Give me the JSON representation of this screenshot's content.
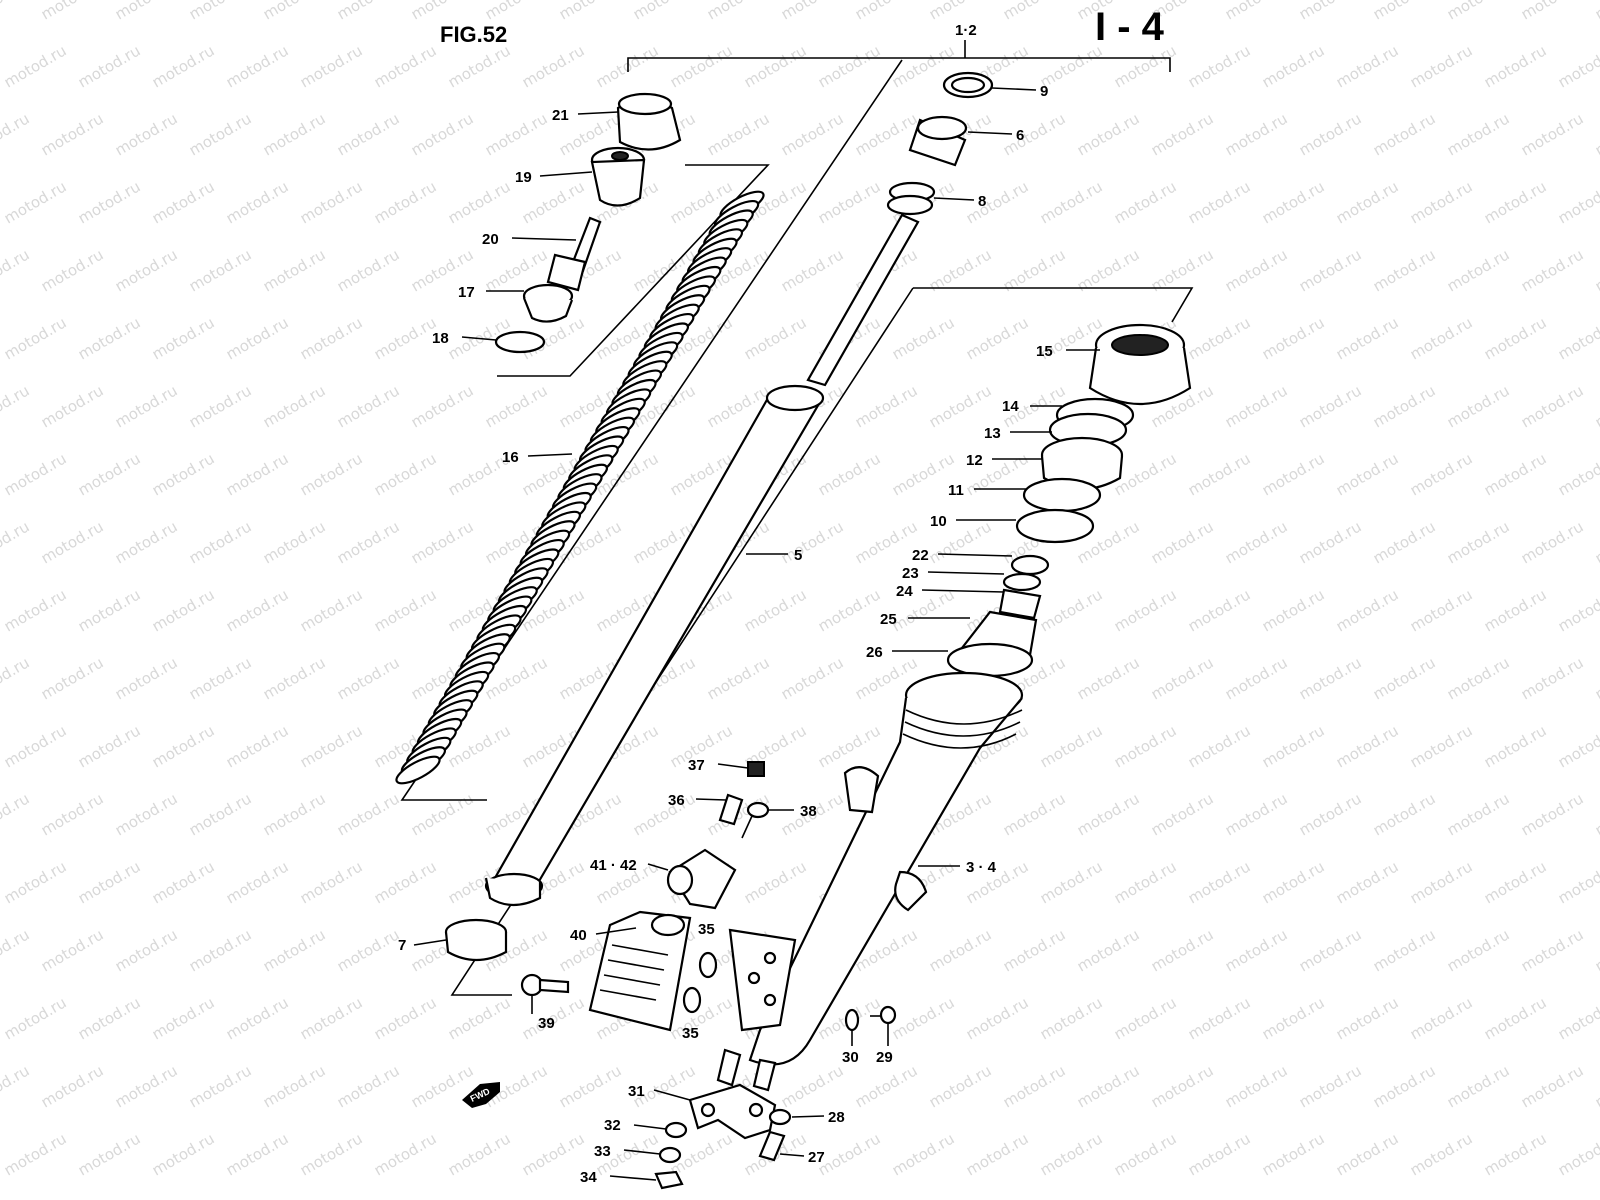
{
  "figure": {
    "fig_label": "FIG.52",
    "group_label": "I - 4",
    "assembly_label": "1·2"
  },
  "watermark": "motod.ru",
  "direction_marker": {
    "text": "FWD"
  },
  "parts": [
    {
      "id": "p9",
      "label": "9"
    },
    {
      "id": "p6",
      "label": "6"
    },
    {
      "id": "p8",
      "label": "8"
    },
    {
      "id": "p21",
      "label": "21"
    },
    {
      "id": "p19",
      "label": "19"
    },
    {
      "id": "p20",
      "label": "20"
    },
    {
      "id": "p17",
      "label": "17"
    },
    {
      "id": "p18",
      "label": "18"
    },
    {
      "id": "p16",
      "label": "16"
    },
    {
      "id": "p5",
      "label": "5"
    },
    {
      "id": "p15",
      "label": "15"
    },
    {
      "id": "p14",
      "label": "14"
    },
    {
      "id": "p13",
      "label": "13"
    },
    {
      "id": "p12",
      "label": "12"
    },
    {
      "id": "p11",
      "label": "11"
    },
    {
      "id": "p10",
      "label": "10"
    },
    {
      "id": "p22",
      "label": "22"
    },
    {
      "id": "p23",
      "label": "23"
    },
    {
      "id": "p24",
      "label": "24"
    },
    {
      "id": "p25",
      "label": "25"
    },
    {
      "id": "p26",
      "label": "26"
    },
    {
      "id": "p7",
      "label": "7"
    },
    {
      "id": "p37",
      "label": "37"
    },
    {
      "id": "p36",
      "label": "36"
    },
    {
      "id": "p38",
      "label": "38"
    },
    {
      "id": "p41",
      "label": "41 · 42"
    },
    {
      "id": "p34_",
      "label": "3 · 4"
    },
    {
      "id": "p40",
      "label": "40"
    },
    {
      "id": "p35a",
      "label": "35"
    },
    {
      "id": "p35b",
      "label": "35"
    },
    {
      "id": "p39",
      "label": "39"
    },
    {
      "id": "p30",
      "label": "30"
    },
    {
      "id": "p29",
      "label": "29"
    },
    {
      "id": "p31",
      "label": "31"
    },
    {
      "id": "p32",
      "label": "32"
    },
    {
      "id": "p33",
      "label": "33"
    },
    {
      "id": "p34",
      "label": "34"
    },
    {
      "id": "p28",
      "label": "28"
    },
    {
      "id": "p27",
      "label": "27"
    }
  ]
}
